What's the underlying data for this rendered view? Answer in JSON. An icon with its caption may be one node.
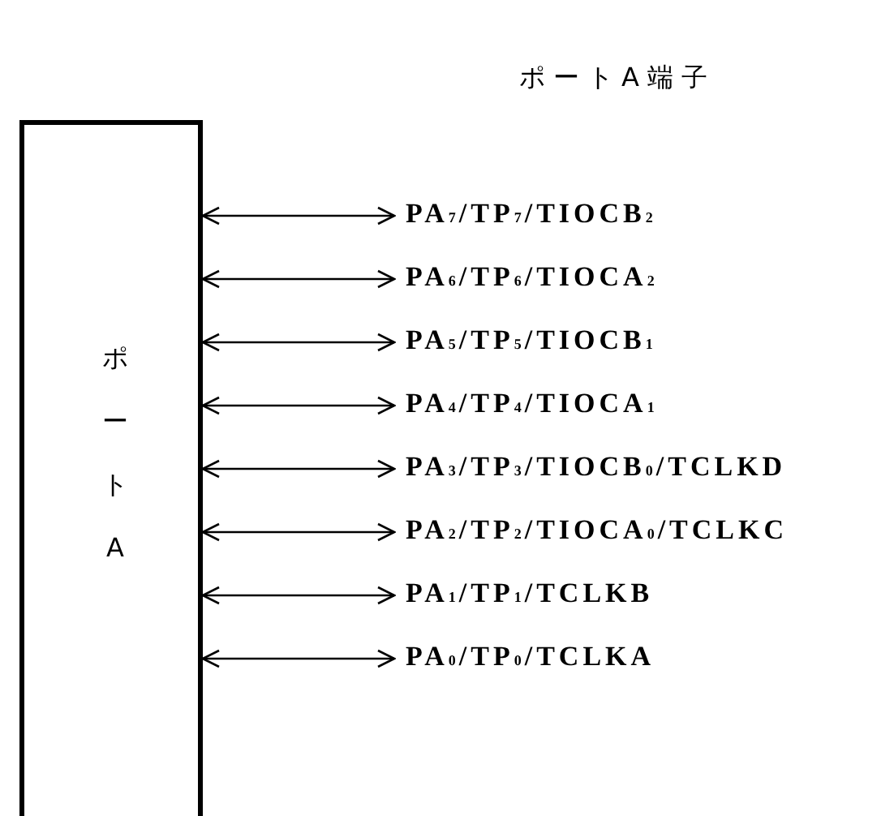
{
  "diagram": {
    "title": "ポートA端子",
    "nodes": [
      {
        "text": [
          "ポートA"
        ]
      },
      {
        "text": [
          "PA$_{7}$/TP$_{7}$/TIOCB$_{2}$"
        ]
      },
      {
        "text": [
          "PA$_{6}$/TP$_{6}$/TIOCA$_{2}$"
        ]
      },
      {
        "text": [
          "PA$_{5}$/TP$_{5}$/TIOCB$_{1}$"
        ]
      },
      {
        "text": [
          "PA$_{4}$/TP$_{4}$/TIOCA$_{1}$"
        ]
      },
      {
        "text": [
          "PA$_{3}$/TP$_{3}$/TIOCB$_{0}$/TCLKD"
        ]
      },
      {
        "text": [
          "PA$_{2}$/TP$_{2}$/TIOCA$_{0}$/TCLKC"
        ]
      },
      {
        "text": [
          "PA$_{1}$/TP$_{1}$/TCLKB"
        ]
      },
      {
        "text": [
          "PA$_{0}$/TP$_{0}$/TCLKA"
        ]
      }
    ],
    "edges": [
      {
        "from": 0,
        "to": 1,
        "arrow": "both"
      },
      {
        "from": 0,
        "to": 2,
        "arrow": "both"
      },
      {
        "from": 0,
        "to": 3,
        "arrow": "both"
      },
      {
        "from": 0,
        "to": 4,
        "arrow": "both"
      },
      {
        "from": 0,
        "to": 5,
        "arrow": "both"
      },
      {
        "from": 0,
        "to": 6,
        "arrow": "both"
      },
      {
        "from": 0,
        "to": 7,
        "arrow": "both"
      },
      {
        "from": 0,
        "to": 8,
        "arrow": "both"
      }
    ]
  }
}
